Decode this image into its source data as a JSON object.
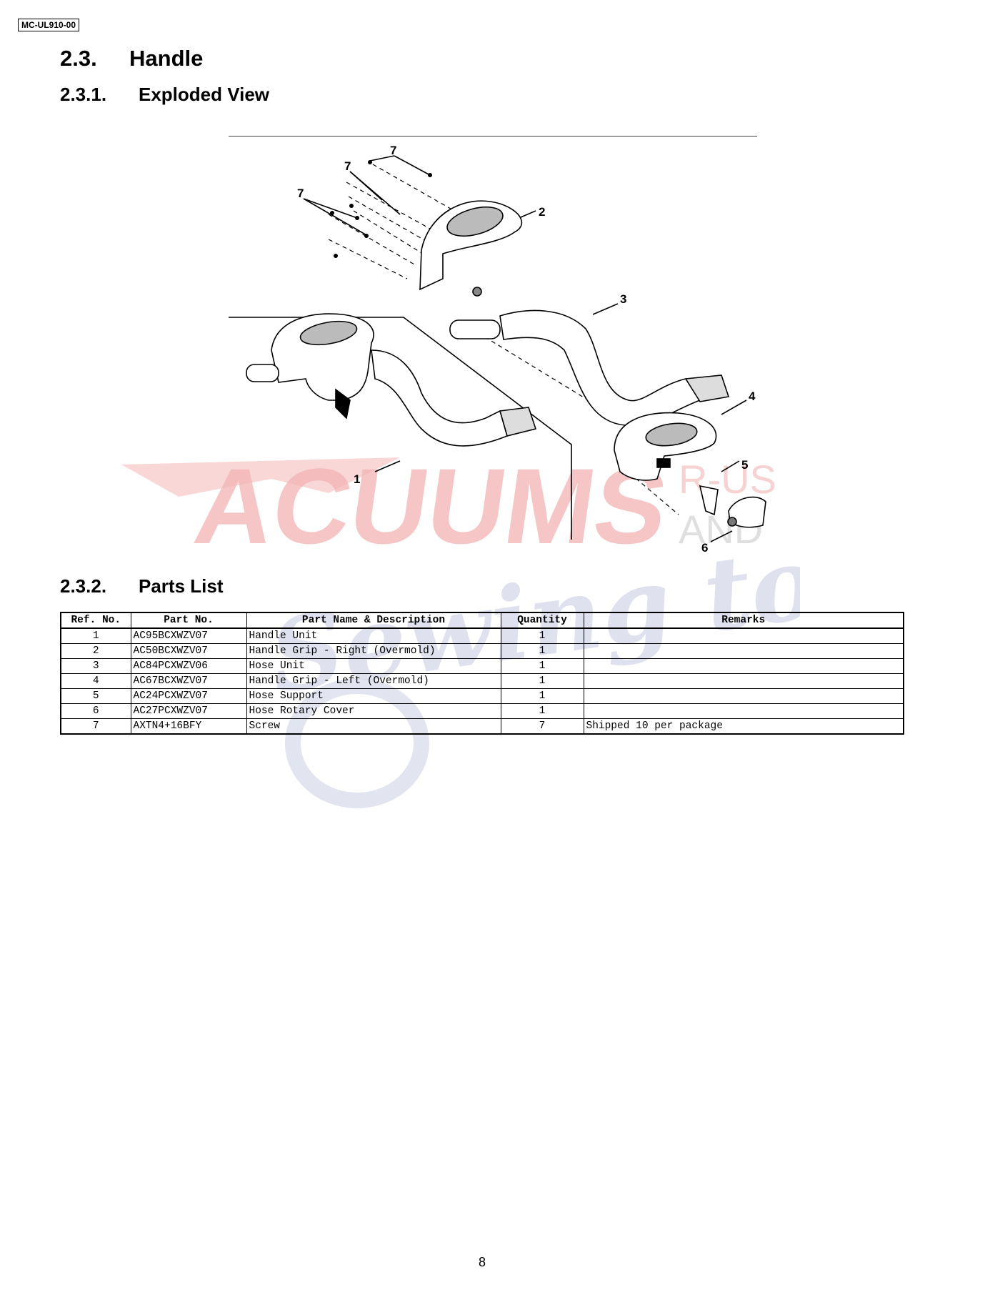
{
  "header": {
    "model": "MC-UL910-00"
  },
  "section": {
    "number": "2.3.",
    "title": "Handle"
  },
  "exploded": {
    "number": "2.3.1.",
    "title": "Exploded View"
  },
  "diagram_labels": {
    "screw": "7",
    "grip_right": "2",
    "hose": "3",
    "grip_left": "4",
    "support": "5",
    "rotary": "6",
    "unit": "1"
  },
  "parts": {
    "number": "2.3.2.",
    "title": "Parts List",
    "columns": [
      "Ref. No.",
      "Part No.",
      "Part Name & Description",
      "Quantity",
      "Remarks"
    ],
    "rows": [
      {
        "ref": "1",
        "part": "AC95BCXWZV07",
        "name": "Handle Unit",
        "qty": "1",
        "remarks": ""
      },
      {
        "ref": "2",
        "part": "AC50BCXWZV07",
        "name": "Handle Grip - Right (Overmold)",
        "qty": "1",
        "remarks": ""
      },
      {
        "ref": "3",
        "part": "AC84PCXWZV06",
        "name": "Hose Unit",
        "qty": "1",
        "remarks": ""
      },
      {
        "ref": "4",
        "part": "AC67BCXWZV07",
        "name": "Handle Grip - Left (Overmold)",
        "qty": "1",
        "remarks": ""
      },
      {
        "ref": "5",
        "part": "AC24PCXWZV07",
        "name": "Hose Support",
        "qty": "1",
        "remarks": ""
      },
      {
        "ref": "6",
        "part": "AC27PCXWZV07",
        "name": "Hose Rotary Cover",
        "qty": "1",
        "remarks": ""
      },
      {
        "ref": "7",
        "part": "AXTN4+16BFY",
        "name": "Screw",
        "qty": "7",
        "remarks": "Shipped 10 per package"
      }
    ]
  },
  "watermark": {
    "word1": "ACUUMS",
    "word2": "Sewing too",
    "small_top": "R-US",
    "small_bottom": "AND"
  },
  "footer": {
    "page": "8"
  }
}
